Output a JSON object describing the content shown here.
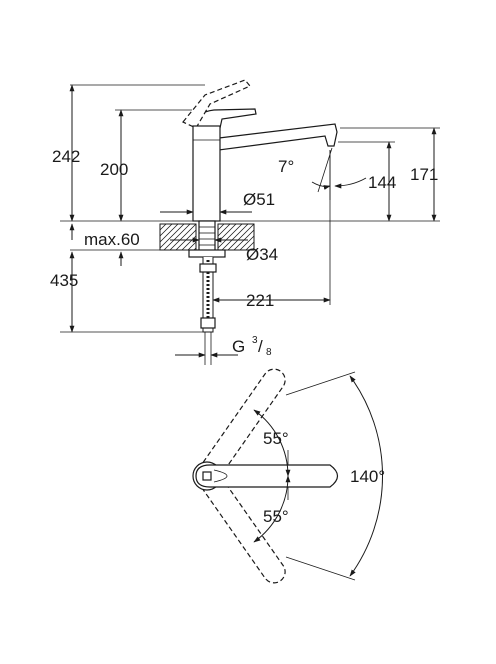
{
  "side_view": {
    "dim_242": "242",
    "dim_200": "200",
    "dim_7deg": "7°",
    "dim_144": "144",
    "dim_171": "171",
    "dim_51": "Ø51",
    "dim_max60": "max.60",
    "dim_34": "Ø34",
    "dim_435": "435",
    "dim_221": "221",
    "thread_g": "G",
    "thread_num": "3",
    "thread_den": "8"
  },
  "top_view": {
    "angle_upper": "55°",
    "angle_lower": "55°",
    "angle_total": "140°"
  }
}
